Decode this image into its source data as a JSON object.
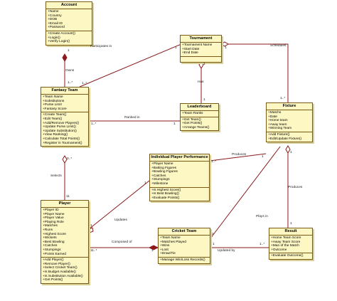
{
  "classes": {
    "account": {
      "title": "Account",
      "attributes": [
        "+Name",
        "+Country",
        "+DOB",
        "+Email ID",
        "+Password"
      ],
      "operations": [
        "+Create Account()",
        "+Login()",
        "+Verify Login()"
      ]
    },
    "tournament": {
      "title": "Tournament",
      "attributes": [
        "+Tournament Name",
        "+Start Date",
        "+End Date"
      ],
      "operations": []
    },
    "fantasy_team": {
      "title": "Fantasy Team",
      "attributes": [
        "+Team Name",
        "+Substitutions",
        "+Purse Limit",
        "+Fantasy Score"
      ],
      "operations": [
        "+Create Team()",
        "+Edit Team()",
        "+Add/Remove Players()",
        "+Update Purse Limit()",
        "+Update Substitution()",
        "+View Ranking()",
        "+Calculate Total Points()",
        "+Register in Tournament()"
      ]
    },
    "leaderboard": {
      "title": "Leaderboard",
      "attributes": [
        "+Team Ranks"
      ],
      "operations": [
        "+Get Team()",
        "+Get Points()",
        "+Arrange Teams()"
      ]
    },
    "fixture": {
      "title": "Fixture",
      "attributes": [
        "+Matchs",
        "+Date",
        "+Home team",
        "+Away team",
        "+Winning Team"
      ],
      "operations": [
        "+Add Fixture()",
        "+Edit/Update Fixture()"
      ]
    },
    "individual_player_performance": {
      "title": "Individual Player Performance",
      "attributes": [
        "+Player Name",
        "+Batting Figures",
        "+Bowling Figures",
        "+Catches",
        "+Stumpings",
        "+Milestone"
      ],
      "operations": [
        "+Is Highest Score()",
        "+Is Best Bowling()",
        "+Evaluate Points()"
      ]
    },
    "player": {
      "title": "Player",
      "attributes": [
        "+Player ID",
        "+Player Name",
        "+Player Value",
        "+Playing Role",
        "+Matches",
        "+Runs",
        "+Highest Score",
        "+Wickets",
        "+Best Bowling",
        "+Catches",
        "+Stumpings",
        "+Points Earned"
      ],
      "operations": [
        "+Add Player()",
        "+Remove Player()",
        "+Select Cricket Team()",
        "+Is Budget Available()",
        "+Is Substitution Available()",
        "+Get Points()"
      ]
    },
    "cricket_team": {
      "title": "Cricket Team",
      "attributes": [
        "+Team Name",
        "+Matches Played",
        "+Wins",
        "+Lost",
        "+Draw/Tie"
      ],
      "operations": [
        "+Manage Win/Loss Records()"
      ]
    },
    "result": {
      "title": "Result",
      "attributes": [
        "+Home Team Score",
        "+Away Team Score",
        "+Man of the Match",
        "+Outcome"
      ],
      "operations": [
        "+Evaluate Outcome()"
      ]
    }
  },
  "associations": {
    "participates_in": "Participates in",
    "schedules": "Schedules",
    "owns": "Owns",
    "has": "Has",
    "ranked_in": "Ranked in",
    "produces_perf": "Produces",
    "selects": "Selects",
    "produces_result": "Produces",
    "updates": "Updates",
    "plays_in": "Plays in",
    "composed_of": "Composed of",
    "updated_by": "Updated by"
  },
  "multiplicities": {
    "acc_ft_1": "1",
    "acc_ft_many": "1..*",
    "ft_tour_many": "1..*",
    "tour_ft_1": "1",
    "tour_fix_1": "1",
    "tour_fix_many": "1..*",
    "tour_lb_1": "1",
    "lb_1": "1",
    "ft_lb_many": "1..*",
    "ft_lb_1": "1",
    "ft_player_many": "0..*",
    "player_11": "11",
    "perf_many": "1..*",
    "perf_fix_1": "1",
    "player_perf_1": "1",
    "perf_player_1": "1",
    "fix_result_1": "1",
    "result_1": "1",
    "player_ct_many": "11..*",
    "ct_1": "1",
    "ct_fix_2": "2",
    "ct_result_1": "1",
    "result_ct_many": "1..*"
  },
  "colors": {
    "class_fill": "#fdf7c3",
    "class_border": "#7a5a16",
    "line": "#8b1a1a",
    "diamond": "#8b1a1a"
  }
}
